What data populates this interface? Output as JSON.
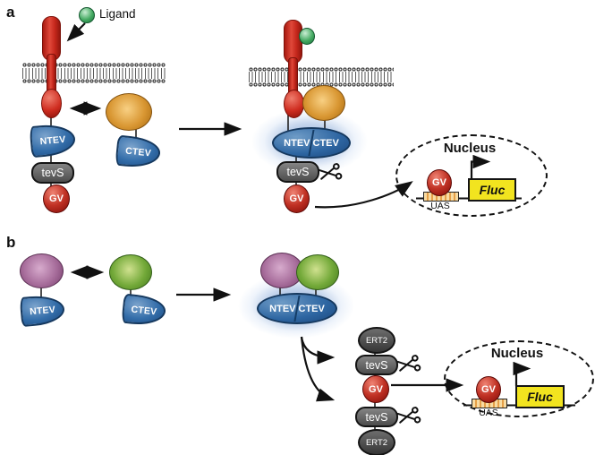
{
  "figure": {
    "panel_a_label": "a",
    "panel_b_label": "b",
    "ligand_label": "Ligand",
    "ntev_label": "NTEV",
    "ctev_label": "CTEV",
    "tevs_label": "tevS",
    "gv_label": "GV",
    "ert2_label": "ERT2",
    "nucleus_label": "Nucleus",
    "uas_label": "UAS",
    "reporter_label": "Fluc"
  },
  "colors": {
    "receptor_red": "#c5271c",
    "ligand_green": "#45aa62",
    "adapter_orange": "#d99733",
    "tev_blue": "#2e66a2",
    "tevs_gray": "#5c5c5c",
    "ert2_dark_gray": "#3a3a3a",
    "gv_red": "#b02419",
    "bait_purple": "#a76d9b",
    "prey_green": "#73a939",
    "fluc_yellow": "#f2e41f",
    "uas_tan": "#f0c382",
    "complex_glow_blue": "#7d9fd2"
  }
}
